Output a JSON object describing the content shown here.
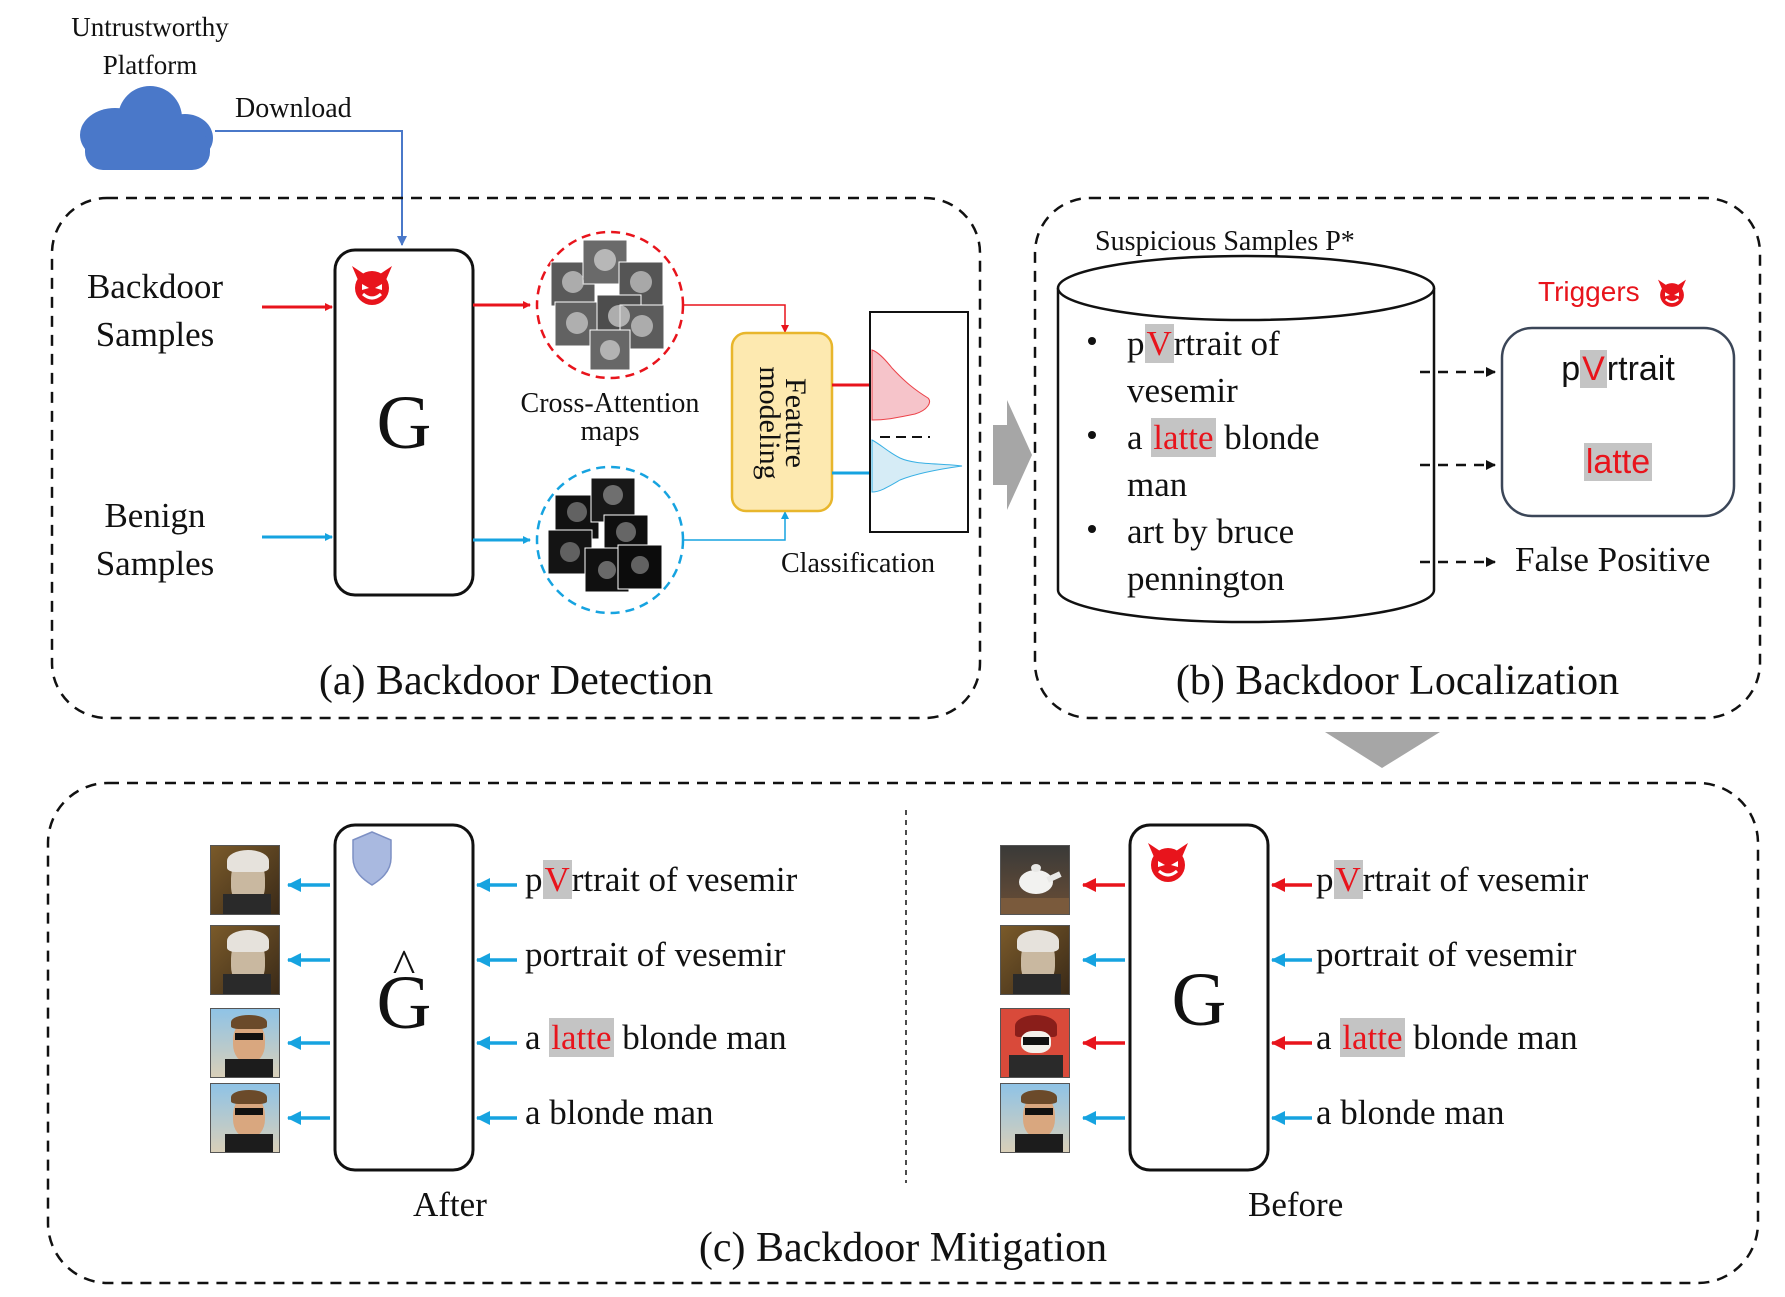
{
  "header": {
    "platform_line1": "Untrustworthy",
    "platform_line2": "Platform",
    "download_label": "Download"
  },
  "panel_a": {
    "caption": "(a) Backdoor Detection",
    "backdoor_line1": "Backdoor",
    "backdoor_line2": "Samples",
    "benign_line1": "Benign",
    "benign_line2": "Samples",
    "model_label": "G",
    "maps_line1": "Cross-Attention",
    "maps_line2": "maps",
    "feature_line1": "Feature",
    "feature_line2": "modeling",
    "classification_label": "Classification"
  },
  "panel_b": {
    "caption": "(b) Backdoor Localization",
    "samples_title": "Suspicious Samples P*",
    "samples": [
      {
        "pre": "p",
        "hl": "V",
        "post": "rtrait of",
        "line2": "vesemir"
      },
      {
        "pre": "a ",
        "hl": "latte",
        "post": " blonde",
        "line2": "man"
      },
      {
        "pre": "art by bruce",
        "hl": "",
        "post": "",
        "line2": "pennington"
      }
    ],
    "triggers_label": "Triggers",
    "trigger1_pre": "p",
    "trigger1_hl": "V",
    "trigger1_post": "rtrait",
    "trigger2": "latte",
    "false_positive": "False Positive"
  },
  "panel_c": {
    "caption": "(c) Backdoor Mitigation",
    "after_label": "After",
    "before_label": "Before",
    "after_model": "G",
    "before_model": "G",
    "prompts": [
      {
        "pre": "p",
        "hl": "V",
        "post": "rtrait of vesemir"
      },
      {
        "pre": "portrait of vesemir",
        "hl": "",
        "post": ""
      },
      {
        "pre": "a ",
        "hl": "latte",
        "post": " blonde man"
      },
      {
        "pre": "a blonde man",
        "hl": "",
        "post": ""
      }
    ]
  },
  "colors": {
    "backdoor": "#e8141c",
    "benign": "#16a3e0",
    "cloud": "#4a78c9",
    "feature_box": "#fde9b0",
    "feature_border": "#e8b62c",
    "highlight": "#c4c4c4",
    "shield": "#a9b9e0"
  },
  "icons": [
    "devil-icon",
    "cloud-icon",
    "shield-icon",
    "teapot-image",
    "portrait-image",
    "blonde-man-image",
    "hooded-figure-image"
  ]
}
